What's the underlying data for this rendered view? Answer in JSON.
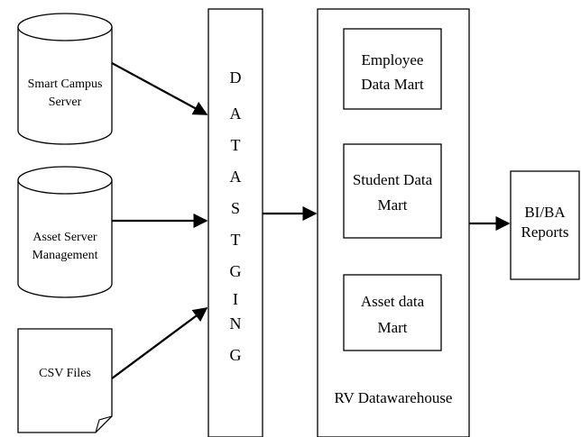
{
  "sources": {
    "smart_campus": [
      "Smart Campus",
      "Server"
    ],
    "asset_server": [
      "Asset Server",
      "Management"
    ],
    "csv": "CSV Files"
  },
  "staging": {
    "letters": [
      "D",
      "A",
      "T",
      "A",
      "S",
      "T",
      "G",
      "I",
      "N",
      "G"
    ]
  },
  "warehouse": {
    "marts": {
      "employee": [
        "Employee",
        "Data Mart"
      ],
      "student": [
        "Student Data",
        "Mart"
      ],
      "asset": [
        "Asset data",
        "Mart"
      ]
    },
    "label": "RV Datawarehouse"
  },
  "output": [
    "BI/BA",
    "Reports"
  ]
}
